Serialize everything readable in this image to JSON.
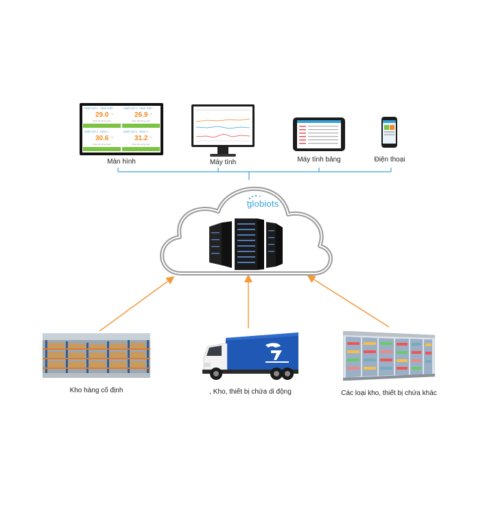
{
  "colors": {
    "connector_line": "#3aa3d6",
    "arrow": "#f39a3c",
    "cloud_stroke": "#7a7a7a",
    "brand": "#3aa3d6"
  },
  "devices": {
    "display_label": "Màn hình",
    "desktop_label": "Máy tính",
    "tablet_label": "Máy tính bảng",
    "phone_label": "Điện thoại"
  },
  "display_screen": {
    "tiles": [
      {
        "title": "NHIỆT ĐỘ 1 - TẦNG TRỆT",
        "value": "29.0",
        "unit": "°c",
        "sub": "Nhiệt độ phòng lạnh"
      },
      {
        "title": "NHIỆT ĐỘ 2 - TẦNG TRỆT",
        "value": "26.9",
        "unit": "°c",
        "sub": "Nhiệt độ phòng lạnh"
      },
      {
        "title": "NHIỆT ĐỘ 3 - TẦNG 1",
        "value": "30.6",
        "unit": "°c",
        "sub": "Nhiệt độ phòng lạnh"
      },
      {
        "title": "NHIỆT ĐỘ 4 - TẦNG 1",
        "value": "31.2",
        "unit": "°c",
        "sub": "Nhiệt độ phòng lạnh"
      }
    ]
  },
  "cloud": {
    "brand": "globiots"
  },
  "sources": {
    "warehouse_label": "Kho hàng cố định",
    "mobile_label": ", Kho, thiết bị chứa di động",
    "other_label": "Các loại kho, thiết bị chứa khác"
  },
  "icons": {
    "server": "server-rack-icon",
    "cloud": "cloud-icon",
    "truck": "truck-icon",
    "warehouse": "warehouse-icon",
    "fridge": "display-fridge-icon"
  }
}
